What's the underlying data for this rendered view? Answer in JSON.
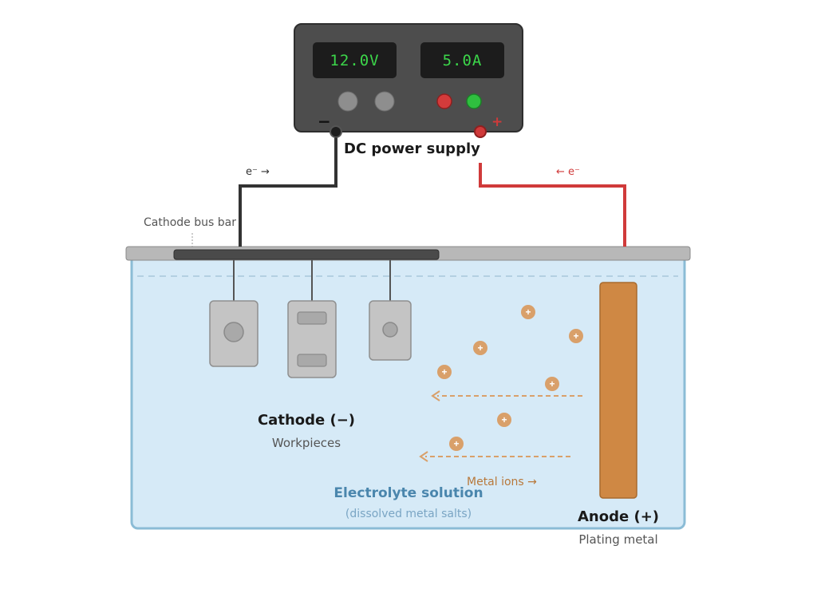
{
  "power_supply": {
    "voltage_display": "12.0V",
    "current_display": "5.0A",
    "negative_symbol": "−",
    "positive_symbol": "+",
    "label": "DC power supply"
  },
  "wires": {
    "electron_flow_left": "e⁻ →",
    "electron_flow_right": "← e⁻"
  },
  "tank": {
    "bus_bar_label": "Cathode bus bar",
    "electrolyte_label": "Electrolyte solution",
    "electrolyte_sublabel": "(dissolved metal salts)",
    "ions_label": "Metal ions →",
    "ion_symbol": "+"
  },
  "cathode": {
    "label": "Cathode (−)",
    "sublabel": "Workpieces"
  },
  "anode": {
    "label": "Anode (+)",
    "sublabel": "Plating metal"
  },
  "colors": {
    "negative_wire": "#333333",
    "positive_wire": "#d03a3a",
    "electrolyte": "#d6eaf7",
    "tank_border": "#8bbcd6",
    "anode": "#cf8844",
    "ion": "#d9a06a",
    "display_text": "#3cd64a"
  }
}
